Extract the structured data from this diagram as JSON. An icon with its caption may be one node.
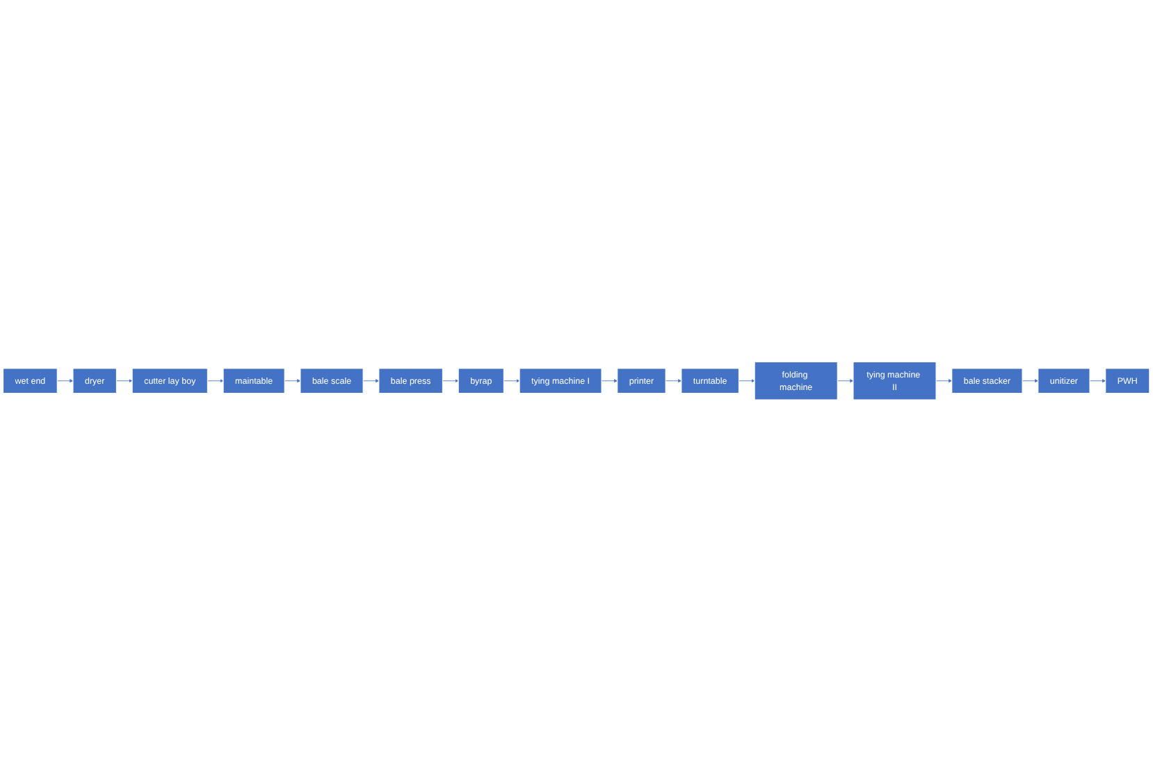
{
  "diagram": {
    "nodes": [
      {
        "text": [
          "wet end"
        ]
      },
      {
        "text": [
          "dryer"
        ]
      },
      {
        "text": [
          "cutter lay boy"
        ]
      },
      {
        "text": [
          "maintable"
        ]
      },
      {
        "text": [
          "bale scale"
        ]
      },
      {
        "text": [
          "bale press"
        ]
      },
      {
        "text": [
          "byrap"
        ]
      },
      {
        "text": [
          "tying machine I"
        ]
      },
      {
        "text": [
          "printer"
        ]
      },
      {
        "text": [
          "turntable"
        ]
      },
      {
        "text": [
          "folding machine"
        ]
      },
      {
        "text": [
          "tying machine II"
        ]
      },
      {
        "text": [
          "bale stacker"
        ]
      },
      {
        "text": [
          "unitizer"
        ]
      },
      {
        "text": [
          "PWH"
        ]
      }
    ],
    "edges": [
      {
        "from": 0,
        "to": 1,
        "arrow": "to"
      },
      {
        "from": 1,
        "to": 2,
        "arrow": "to"
      },
      {
        "from": 2,
        "to": 3,
        "arrow": "to"
      },
      {
        "from": 3,
        "to": 4,
        "arrow": "to"
      },
      {
        "from": 4,
        "to": 5,
        "arrow": "to"
      },
      {
        "from": 5,
        "to": 6,
        "arrow": "to"
      },
      {
        "from": 6,
        "to": 7,
        "arrow": "to"
      },
      {
        "from": 7,
        "to": 8,
        "arrow": "to"
      },
      {
        "from": 8,
        "to": 9,
        "arrow": "to"
      },
      {
        "from": 9,
        "to": 10,
        "arrow": "to"
      },
      {
        "from": 10,
        "to": 11,
        "arrow": "to"
      },
      {
        "from": 11,
        "to": 12,
        "arrow": "to"
      },
      {
        "from": 12,
        "to": 13,
        "arrow": "to"
      },
      {
        "from": 13,
        "to": 14,
        "arrow": "to"
      }
    ]
  }
}
